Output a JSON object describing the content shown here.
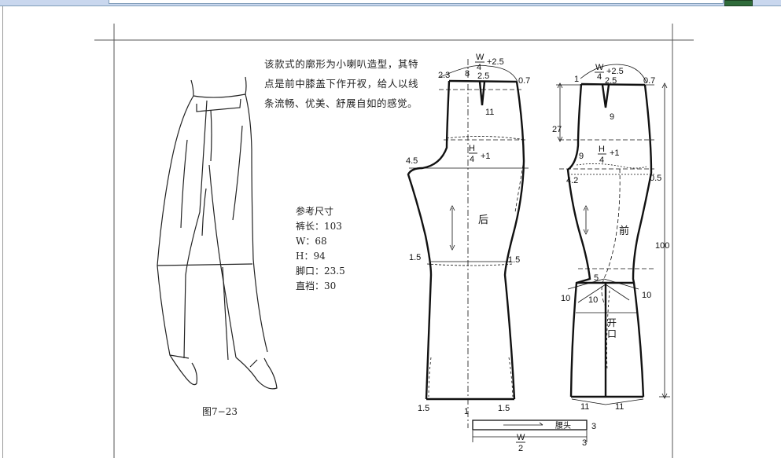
{
  "description_text": "该款式的廓形为小喇叭造型，其特点是前中膝盖下作开衩，给人以线条流畅、优美、舒展自如的感觉。",
  "reference_sizes": {
    "title": "参考尺寸",
    "items": [
      "裤长：103",
      "W：68",
      "H：94",
      "脚口：23.5",
      "直裆：30"
    ]
  },
  "figure_caption": "图7−23",
  "back_pattern": {
    "label": "后",
    "waist_formula": "W/4 +2.5",
    "hip_formula": "H/4 +1",
    "dims": [
      "2.3",
      "8",
      "2.5",
      "0.7",
      "11",
      "4.5",
      "1.5",
      "1.5",
      "1.5",
      "1",
      "1.5"
    ]
  },
  "front_pattern": {
    "label": "前",
    "waist_formula": "W/4 +2.5",
    "hip_formula": "H/4 +1",
    "slit_label": "开口",
    "dims": [
      "1",
      "2.5",
      "0.7",
      "9",
      "27",
      "9",
      "4.2",
      "0.5",
      "100",
      "5",
      "10",
      "10",
      "10",
      "11",
      "11"
    ]
  },
  "waistband": {
    "label": "腰头",
    "width": "3",
    "right_dim": "3",
    "length_formula": "W/2"
  }
}
